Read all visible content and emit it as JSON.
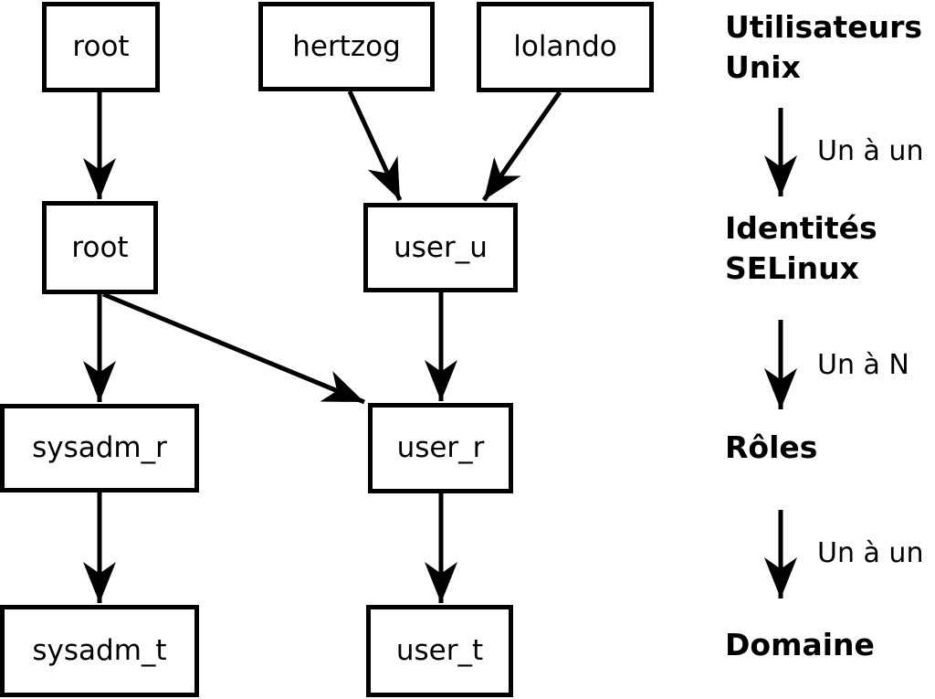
{
  "colors": {
    "background": "#ffffff",
    "line": "#000000",
    "text": "#000000"
  },
  "nodes": [
    {
      "id": "unix-root",
      "label": "root"
    },
    {
      "id": "unix-hertzog",
      "label": "hertzog"
    },
    {
      "id": "unix-lolando",
      "label": "lolando"
    },
    {
      "id": "selinux-root",
      "label": "root"
    },
    {
      "id": "selinux-user-u",
      "label": "user_u"
    },
    {
      "id": "role-sysadm-r",
      "label": "sysadm_r"
    },
    {
      "id": "role-user-r",
      "label": "user_r"
    },
    {
      "id": "domain-sysadm-t",
      "label": "sysadm_t"
    },
    {
      "id": "domain-user-t",
      "label": "user_t"
    }
  ],
  "legend": {
    "stages": [
      {
        "label": "Utilisateurs\nUnix"
      },
      {
        "label": "Identités\nSELinux"
      },
      {
        "label": "Rôles"
      },
      {
        "label": "Domaine"
      }
    ],
    "relations": [
      {
        "label": "Un à un"
      },
      {
        "label": "Un à N"
      },
      {
        "label": "Un à un"
      }
    ]
  }
}
